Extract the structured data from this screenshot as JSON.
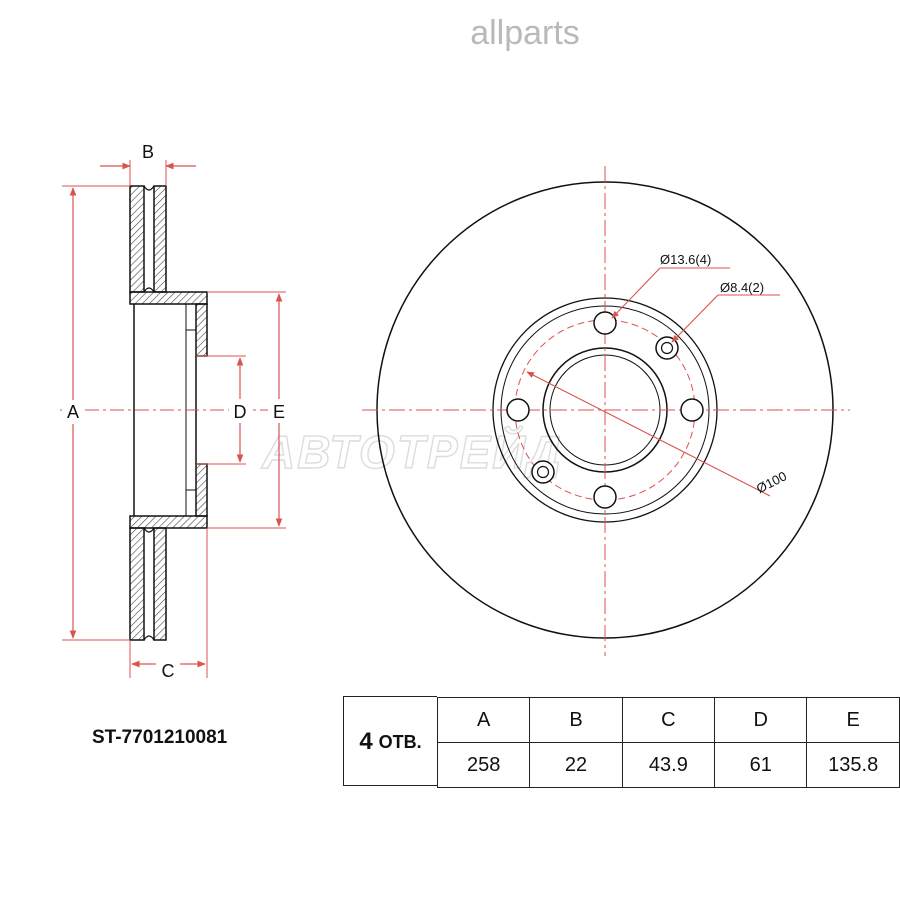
{
  "header": {
    "brand": "allparts"
  },
  "watermark": "АВТОТРЕЙД",
  "side_view": {
    "dim_labels": {
      "a": "A",
      "b": "B",
      "c": "C",
      "d": "D",
      "e": "E"
    }
  },
  "front_view": {
    "callouts": {
      "bolt_hole": "Ø13.6(4)",
      "pin_hole": "Ø8.4(2)",
      "pcd": "Ø100"
    }
  },
  "part_number": "ST-7701210081",
  "spec": {
    "quantity": "4",
    "quantity_unit": "ОТВ.",
    "headers": [
      "A",
      "B",
      "C",
      "D",
      "E"
    ],
    "values": [
      "258",
      "22",
      "43.9",
      "61",
      "135.8"
    ]
  },
  "colors": {
    "dimension": "#d9534f",
    "outline": "#111111",
    "watermark": "#dcdcdc"
  }
}
